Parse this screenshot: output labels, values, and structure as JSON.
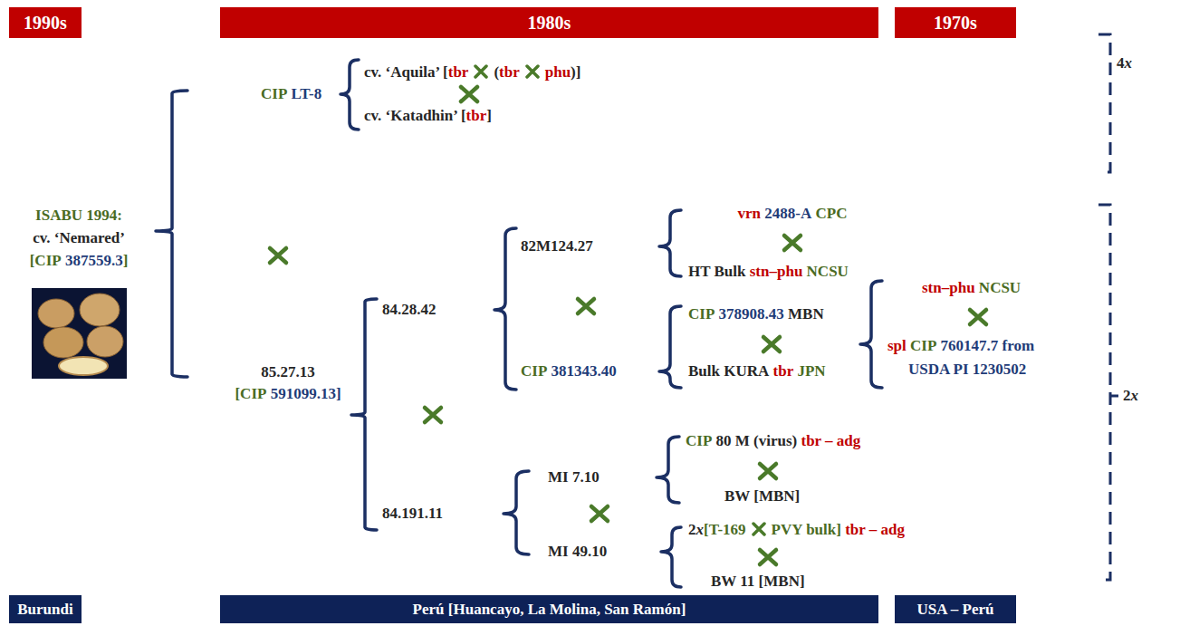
{
  "diagram": {
    "nodes": [
      {
        "text": [
          "1990s"
        ]
      },
      {
        "text": [
          "1980s"
        ]
      },
      {
        "text": [
          "1970s"
        ]
      },
      {
        "text": [
          "Burundi"
        ]
      },
      {
        "text": [
          "Perú [Huancayo, La Molina, San Ramón]"
        ]
      },
      {
        "text": [
          "USA – Perú"
        ]
      }
    ],
    "labels": [
      "CIP",
      "LT-8",
      "cv. ‘Aquila’ [",
      "tbr",
      "(",
      "tbr",
      "phu",
      ")]",
      "cv. ‘Katadhin’ [",
      "tbr",
      "]",
      "4",
      "x",
      "ISABU 1994:",
      "cv. ‘Nemared’",
      "[CIP",
      "387559.3",
      "]",
      "82M124.27",
      "vrn",
      "2488-A",
      "CPC",
      "HT Bulk",
      "stn–phu",
      "NCSU",
      "84.28.42",
      "CIP",
      "378908.43",
      "MBN",
      "stn–phu",
      "NCSU",
      "spl",
      "CIP",
      "760147.7 from",
      "CIP",
      "381343.40",
      "Bulk KURA",
      "tbr",
      "JPN",
      "USDA PI 1230502",
      "85.27.13",
      "[CIP",
      "591099.13]",
      "2",
      "x",
      "CIP",
      "80 M (virus)",
      "tbr – adg",
      "MI 7.10",
      "BW [MBN]",
      "84.191.11",
      "2",
      "x",
      "[T-169",
      "PVY bulk]",
      "tbr – adg",
      "MI 49.10",
      "BW 11 [MBN]"
    ]
  }
}
